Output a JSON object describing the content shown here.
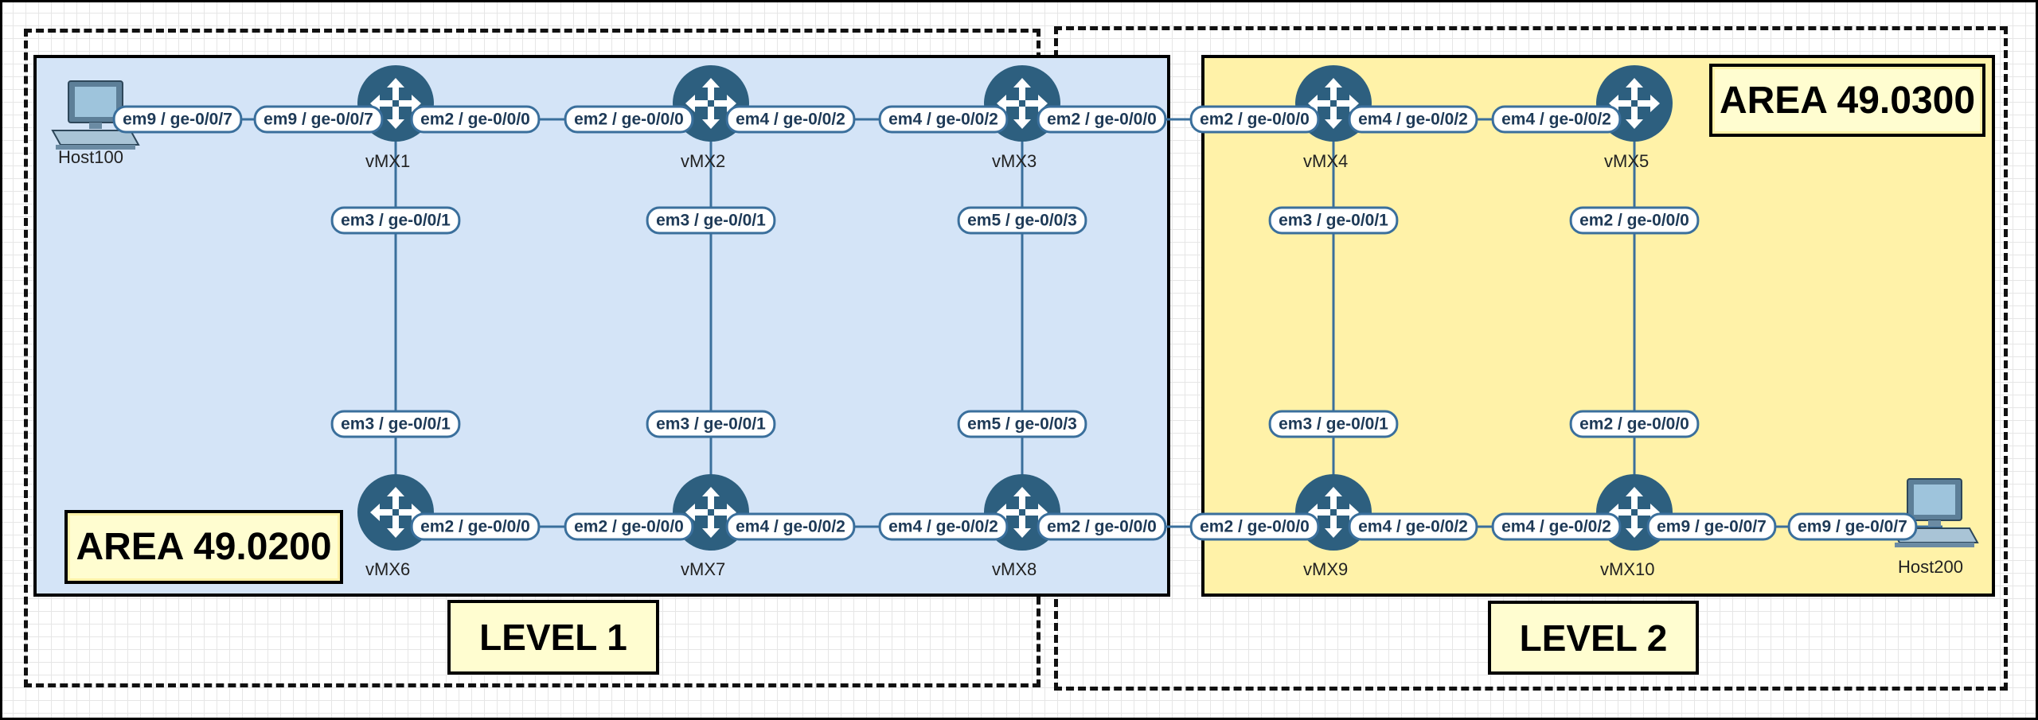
{
  "areas": {
    "left": "AREA 49.0200",
    "right": "AREA 49.0300"
  },
  "levels": {
    "left": "LEVEL 1",
    "right": "LEVEL 2"
  },
  "colors": {
    "area_left_fill": "#d4e4f7",
    "area_right_fill": "#fff2a8",
    "router": "#2d5f7f",
    "link": "#3a6f9c"
  },
  "nodes": {
    "host100": {
      "label": "Host100",
      "icon": "workstation-icon"
    },
    "vmx1": {
      "label": "vMX1",
      "icon": "router-icon"
    },
    "vmx2": {
      "label": "vMX2",
      "icon": "router-icon"
    },
    "vmx3": {
      "label": "vMX3",
      "icon": "router-icon"
    },
    "vmx4": {
      "label": "vMX4",
      "icon": "router-icon"
    },
    "vmx5": {
      "label": "vMX5",
      "icon": "router-icon"
    },
    "vmx6": {
      "label": "vMX6",
      "icon": "router-icon"
    },
    "vmx7": {
      "label": "vMX7",
      "icon": "router-icon"
    },
    "vmx8": {
      "label": "vMX8",
      "icon": "router-icon"
    },
    "vmx9": {
      "label": "vMX9",
      "icon": "router-icon"
    },
    "vmx10": {
      "label": "vMX10",
      "icon": "router-icon"
    },
    "host200": {
      "label": "Host200",
      "icon": "workstation-icon"
    }
  },
  "ports": {
    "host100_vmx1_a": "em9 / ge-0/0/7",
    "host100_vmx1_b": "em9 / ge-0/0/7",
    "vmx1_vmx2_a": "em2 / ge-0/0/0",
    "vmx1_vmx2_b": "em2 / ge-0/0/0",
    "vmx2_vmx3_a": "em4 / ge-0/0/2",
    "vmx2_vmx3_b": "em4 / ge-0/0/2",
    "vmx3_vmx4_a": "em2 / ge-0/0/0",
    "vmx3_vmx4_b": "em2 / ge-0/0/0",
    "vmx4_vmx5_a": "em4 / ge-0/0/2",
    "vmx4_vmx5_b": "em4 / ge-0/0/2",
    "vmx1_vmx6_a": "em3 / ge-0/0/1",
    "vmx1_vmx6_b": "em3 / ge-0/0/1",
    "vmx2_vmx7_a": "em3 / ge-0/0/1",
    "vmx2_vmx7_b": "em3 / ge-0/0/1",
    "vmx3_vmx8_a": "em5 / ge-0/0/3",
    "vmx3_vmx8_b": "em5 / ge-0/0/3",
    "vmx4_vmx9_a": "em3 / ge-0/0/1",
    "vmx4_vmx9_b": "em3 / ge-0/0/1",
    "vmx5_vmx10_a": "em2 / ge-0/0/0",
    "vmx5_vmx10_b": "em2 / ge-0/0/0",
    "vmx6_vmx7_a": "em2 / ge-0/0/0",
    "vmx6_vmx7_b": "em2 / ge-0/0/0",
    "vmx7_vmx8_a": "em4 / ge-0/0/2",
    "vmx7_vmx8_b": "em4 / ge-0/0/2",
    "vmx8_vmx9_a": "em2 / ge-0/0/0",
    "vmx8_vmx9_b": "em2 / ge-0/0/0",
    "vmx9_vmx10_a": "em4 / ge-0/0/2",
    "vmx9_vmx10_b": "em4 / ge-0/0/2",
    "vmx10_host200_a": "em9 / ge-0/0/7",
    "vmx10_host200_b": "em9 / ge-0/0/7"
  }
}
